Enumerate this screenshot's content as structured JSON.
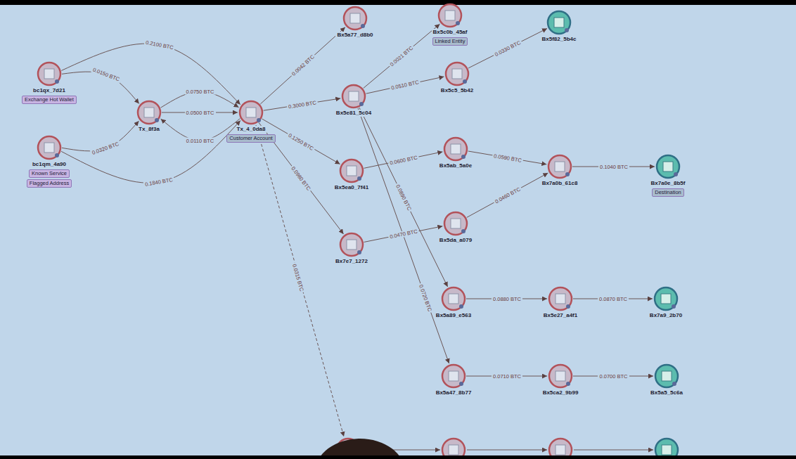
{
  "diagram": {
    "nodes": [
      {
        "text": [
          "bc1qx_7d21",
          "Exchange Hot Wallet"
        ]
      },
      {
        "text": [
          "bc1qm_4a90",
          "Known Service",
          "Flagged Address"
        ]
      },
      {
        "text": [
          "Tx_8f3a"
        ]
      },
      {
        "text": [
          "Tx_4_0da8",
          "Customer Account"
        ]
      },
      {
        "text": [
          "Bx5a77_d8b0"
        ]
      },
      {
        "text": [
          "Bx5c0b_45af",
          "Linked Entity"
        ]
      },
      {
        "text": [
          "Bx5f82_5b4c"
        ]
      },
      {
        "text": [
          "Bx5e81_5c04"
        ]
      },
      {
        "text": [
          "Bx5c5_5b42"
        ]
      },
      {
        "text": [
          "Bx5ea0_7f41"
        ]
      },
      {
        "text": [
          "Bx5ab_5a0e"
        ]
      },
      {
        "text": [
          "Bx7a0b_61c8"
        ]
      },
      {
        "text": [
          "Bx7a0e_8b5f",
          "Destination"
        ]
      },
      {
        "text": [
          "Bx7e7_1272"
        ]
      },
      {
        "text": [
          "Bx5da_a079"
        ]
      },
      {
        "text": [
          "Bx5a89_e563"
        ]
      },
      {
        "text": [
          "Bx5e27_a4f1"
        ]
      },
      {
        "text": [
          "Bx7a9_2b70"
        ]
      },
      {
        "text": [
          "Bx5a47_8b77"
        ]
      },
      {
        "text": [
          "Bx5ca2_9b99"
        ]
      },
      {
        "text": [
          "Bx5a5_5c6a"
        ]
      }
    ],
    "edges": [
      {
        "from": 0,
        "to": 2,
        "arrow": "to",
        "label": "0.0150 BTC"
      },
      {
        "from": 1,
        "to": 2,
        "arrow": "to",
        "label": "0.0320 BTC"
      },
      {
        "from": 0,
        "to": 3,
        "arrow": "to",
        "label": "0.2100 BTC"
      },
      {
        "from": 1,
        "to": 3,
        "arrow": "to",
        "label": "0.1840 BTC"
      },
      {
        "from": 2,
        "to": 3,
        "arrow": "to",
        "label": "0.0500 BTC"
      },
      {
        "from": 2,
        "to": 3,
        "arrow": "to",
        "label": "0.0750 BTC"
      },
      {
        "from": 3,
        "to": 2,
        "arrow": "to",
        "label": "0.0110 BTC"
      },
      {
        "from": 3,
        "to": 4,
        "arrow": "to",
        "label": "0.0042 BTC"
      },
      {
        "from": 3,
        "to": 7,
        "arrow": "to",
        "label": "0.3000 BTC"
      },
      {
        "from": 3,
        "to": 9,
        "arrow": "to",
        "label": "0.1250 BTC"
      },
      {
        "from": 3,
        "to": 13,
        "arrow": "to",
        "label": "0.0980 BTC"
      },
      {
        "from": 7,
        "to": 5,
        "arrow": "to",
        "label": "0.0021 BTC"
      },
      {
        "from": 7,
        "to": 8,
        "arrow": "to",
        "label": "0.0510 BTC"
      },
      {
        "from": 8,
        "to": 6,
        "arrow": "to",
        "label": "0.0330 BTC"
      },
      {
        "from": 9,
        "to": 10,
        "arrow": "to",
        "label": "0.0600 BTC"
      },
      {
        "from": 10,
        "to": 11,
        "arrow": "to",
        "label": "0.0590 BTC"
      },
      {
        "from": 13,
        "to": 14,
        "arrow": "to",
        "label": "0.0470 BTC"
      },
      {
        "from": 14,
        "to": 11,
        "arrow": "to",
        "label": "0.0460 BTC"
      },
      {
        "from": 11,
        "to": 12,
        "arrow": "to",
        "label": "0.1040 BTC"
      },
      {
        "from": 7,
        "to": 15,
        "arrow": "to",
        "label": "0.0890 BTC"
      },
      {
        "from": 7,
        "to": 18,
        "arrow": "to",
        "label": "0.0720 BTC"
      },
      {
        "from": 15,
        "to": 16,
        "arrow": "to",
        "label": "0.0880 BTC"
      },
      {
        "from": 16,
        "to": 17,
        "arrow": "to",
        "label": "0.0870 BTC"
      },
      {
        "from": 18,
        "to": 19,
        "arrow": "to",
        "label": "0.0710 BTC"
      },
      {
        "from": 19,
        "to": 20,
        "arrow": "to",
        "label": "0.0700 BTC"
      }
    ],
    "labels": [
      "0.0315 BTC"
    ]
  }
}
